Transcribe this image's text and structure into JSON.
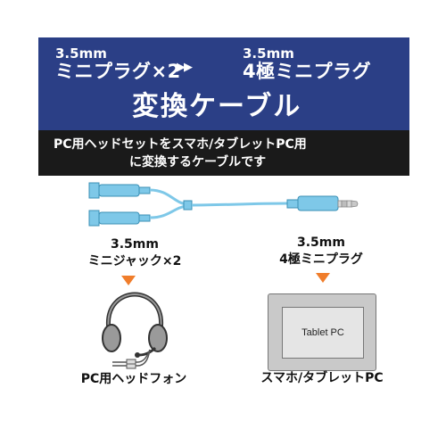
{
  "hero": {
    "left_spec": "3.5mm",
    "left_title": "ミニプラグ×2",
    "arrows": "▶▶",
    "right_spec": "3.5mm",
    "right_title": "4極ミニプラグ",
    "main_title": "変換ケーブル"
  },
  "subtitle": {
    "line1": "PC用ヘッドセットをスマホ/タブレットPC用",
    "line2": "に変換するケーブルです"
  },
  "left_product": {
    "spec": "3.5mm",
    "type": "ミニジャック×2",
    "caption": "PC用ヘッドフォン"
  },
  "right_product": {
    "spec": "3.5mm",
    "type": "4極ミニプラグ",
    "screen_text": "Tablet PC",
    "caption": "スマホ/タブレットPC"
  },
  "colors": {
    "banner_blue": "#2b3f86",
    "banner_black": "#1a1a1a",
    "cable_blue": "#7ec8e8",
    "arrow_orange": "#f07d2b"
  }
}
